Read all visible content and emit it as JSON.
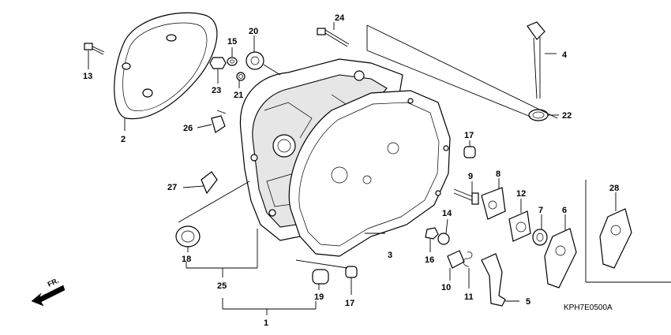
{
  "diagram": {
    "callouts": {
      "p1": "1",
      "p2": "2",
      "p3": "3",
      "p4": "4",
      "p5": "5",
      "p6": "6",
      "p7": "7",
      "p8": "8",
      "p9": "9",
      "p10": "10",
      "p11": "11",
      "p12": "12",
      "p13": "13",
      "p14": "14",
      "p15": "15",
      "p16": "16",
      "p17a": "17",
      "p17b": "17",
      "p18": "18",
      "p19": "19",
      "p20": "20",
      "p21": "21",
      "p22": "22",
      "p23": "23",
      "p24": "24",
      "p25": "25",
      "p26": "26",
      "p27": "27",
      "p28": "28"
    },
    "direction_label": "FR.",
    "drawing_code": "KPH7E0500A"
  }
}
